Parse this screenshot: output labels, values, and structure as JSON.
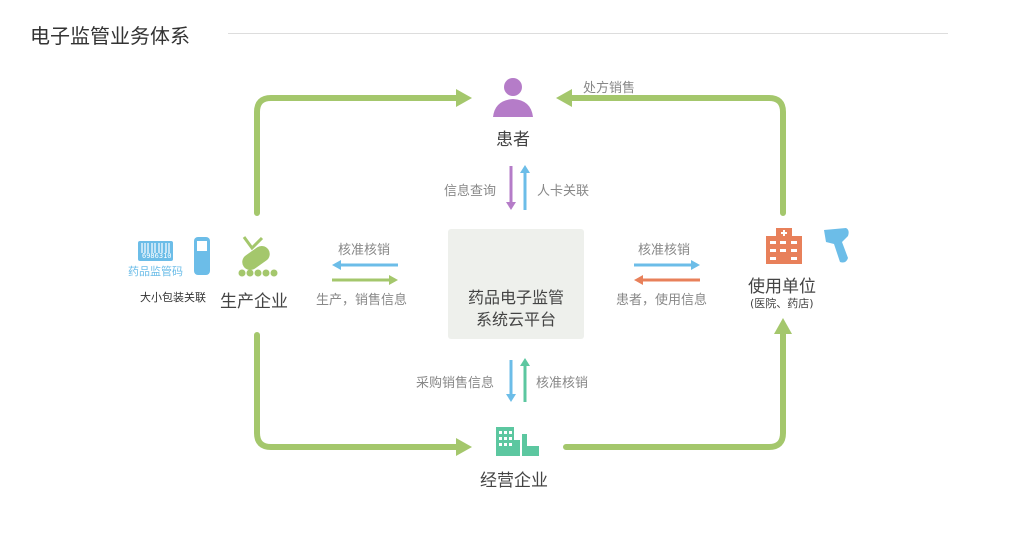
{
  "title": "电子监管业务体系",
  "nodes": {
    "patient": "患者",
    "producer": "生产企业",
    "user_unit": "使用单位",
    "user_unit_sub": "(医院、药店)",
    "distributor": "经营企业",
    "platform_line1": "药品电子监管",
    "platform_line2": "系统云平台"
  },
  "labels": {
    "prescription_sale": "处方销售",
    "info_query": "信息查询",
    "person_card_link": "人卡关联",
    "verify_left": "核准核销",
    "production_sales_info": "生产，销售信息",
    "verify_right": "核准核销",
    "patient_usage_info": "患者，使用信息",
    "purchase_sales_info": "采购销售信息",
    "verify_bottom": "核准核销",
    "drug_code": "药品监管码",
    "barcode_number": "6986310",
    "package_link": "大小包装关联"
  },
  "colors": {
    "green": "#a4c76c",
    "blue": "#6cbde8",
    "purple": "#b57cc8",
    "orange": "#e8805a",
    "teal": "#5cc7a0"
  }
}
